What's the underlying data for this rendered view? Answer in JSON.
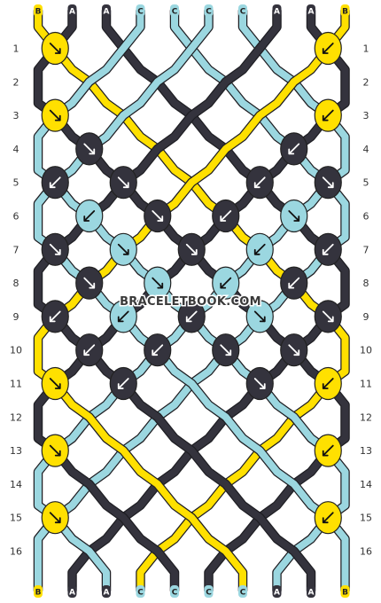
{
  "colors": {
    "A": "#34333d",
    "B": "#ffe000",
    "C": "#9bd7e0"
  },
  "pattern": {
    "strands_top": [
      "B",
      "A",
      "A",
      "C",
      "C",
      "C",
      "C",
      "A",
      "A",
      "B"
    ],
    "strands_bottom": [
      "B",
      "A",
      "A",
      "C",
      "C",
      "C",
      "C",
      "A",
      "A",
      "B"
    ],
    "row_labels": [
      "1",
      "2",
      "3",
      "4",
      "5",
      "6",
      "7",
      "8",
      "9",
      "10",
      "11",
      "12",
      "13",
      "14",
      "15",
      "16"
    ],
    "watermark": "BRACELETBOOK.COM",
    "knot_rows": [
      [
        {
          "c": "B",
          "d": "r"
        },
        null,
        null,
        null,
        {
          "c": "B",
          "d": "l"
        }
      ],
      [
        null,
        null,
        null,
        null
      ],
      [
        {
          "c": "B",
          "d": "r"
        },
        null,
        null,
        null,
        {
          "c": "B",
          "d": "l"
        }
      ],
      [
        {
          "c": "A",
          "d": "r"
        },
        null,
        null,
        {
          "c": "A",
          "d": "l"
        }
      ],
      [
        {
          "c": "A",
          "d": "l"
        },
        {
          "c": "A",
          "d": "r"
        },
        null,
        {
          "c": "A",
          "d": "l"
        },
        {
          "c": "A",
          "d": "r"
        }
      ],
      [
        {
          "c": "C",
          "d": "l"
        },
        {
          "c": "A",
          "d": "r"
        },
        {
          "c": "A",
          "d": "l"
        },
        {
          "c": "C",
          "d": "r"
        }
      ],
      [
        {
          "c": "A",
          "d": "r"
        },
        {
          "c": "C",
          "d": "r"
        },
        {
          "c": "A",
          "d": "r"
        },
        {
          "c": "C",
          "d": "l"
        },
        {
          "c": "A",
          "d": "l"
        }
      ],
      [
        {
          "c": "A",
          "d": "r"
        },
        {
          "c": "C",
          "d": "r"
        },
        {
          "c": "C",
          "d": "l"
        },
        {
          "c": "A",
          "d": "l"
        }
      ],
      [
        {
          "c": "A",
          "d": "l"
        },
        {
          "c": "C",
          "d": "l"
        },
        {
          "c": "A",
          "d": "l"
        },
        {
          "c": "C",
          "d": "r"
        },
        {
          "c": "A",
          "d": "r"
        }
      ],
      [
        {
          "c": "A",
          "d": "l"
        },
        {
          "c": "A",
          "d": "l"
        },
        {
          "c": "A",
          "d": "r"
        },
        {
          "c": "A",
          "d": "r"
        }
      ],
      [
        {
          "c": "B",
          "d": "r"
        },
        {
          "c": "A",
          "d": "l"
        },
        null,
        {
          "c": "A",
          "d": "r"
        },
        {
          "c": "B",
          "d": "l"
        }
      ],
      [
        null,
        null,
        null,
        null
      ],
      [
        {
          "c": "B",
          "d": "r"
        },
        null,
        null,
        null,
        {
          "c": "B",
          "d": "l"
        }
      ],
      [
        null,
        null,
        null,
        null
      ],
      [
        {
          "c": "B",
          "d": "r"
        },
        null,
        null,
        null,
        {
          "c": "B",
          "d": "l"
        }
      ],
      [
        null,
        null,
        null,
        null
      ]
    ]
  }
}
